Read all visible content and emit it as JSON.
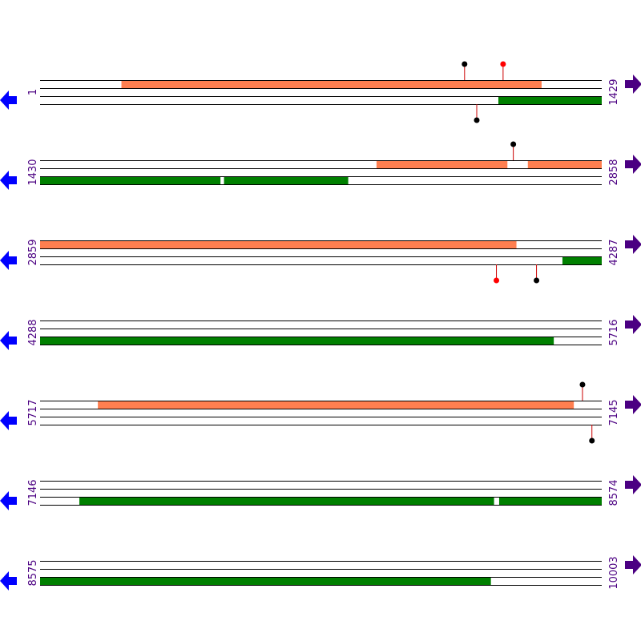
{
  "colors": {
    "forward_feature": "#ff7f50",
    "reverse_feature": "#008000",
    "track_line": "#000000",
    "stem": "#cc0000",
    "marker_black": "#000000",
    "marker_red": "#ff0000",
    "forward_arrow": "#4b0082",
    "reverse_arrow": "#0000ff",
    "label": "#4b0082"
  },
  "icons": {
    "forward": "right-arrow-icon",
    "reverse": "left-arrow-icon"
  },
  "rows": [
    {
      "start_label": "1",
      "end_label": "1429",
      "start": 1,
      "end": 1429,
      "forward_features": [
        [
          208,
          1276
        ]
      ],
      "reverse_features": [
        [
          1167,
          1429
        ]
      ],
      "markers": [
        {
          "pos": 1081,
          "strand": "forward",
          "color": "black"
        },
        {
          "pos": 1179,
          "strand": "forward",
          "color": "red"
        },
        {
          "pos": 1112,
          "strand": "reverse",
          "color": "black"
        }
      ]
    },
    {
      "start_label": "1430",
      "end_label": "2858",
      "start": 1430,
      "end": 2858,
      "forward_features": [
        [
          2286,
          2618
        ],
        [
          2671,
          2858
        ]
      ],
      "reverse_features": [
        [
          1430,
          1888
        ],
        [
          1898,
          2213
        ]
      ],
      "markers": [
        {
          "pos": 2634,
          "strand": "forward",
          "color": "black"
        }
      ]
    },
    {
      "start_label": "2859",
      "end_label": "4287",
      "start": 2859,
      "end": 4287,
      "forward_features": [
        [
          2859,
          4070
        ]
      ],
      "reverse_features": [
        [
          4188,
          4287
        ]
      ],
      "markers": [
        {
          "pos": 4020,
          "strand": "reverse",
          "color": "red"
        },
        {
          "pos": 4122,
          "strand": "reverse",
          "color": "black"
        }
      ]
    },
    {
      "start_label": "4288",
      "end_label": "5716",
      "start": 4288,
      "end": 5716,
      "forward_features": [],
      "reverse_features": [
        [
          4288,
          5594
        ]
      ],
      "markers": []
    },
    {
      "start_label": "5717",
      "end_label": "7145",
      "start": 5717,
      "end": 7145,
      "forward_features": [
        [
          5864,
          7074
        ]
      ],
      "reverse_features": [],
      "markers": [
        {
          "pos": 7097,
          "strand": "forward",
          "color": "black"
        },
        {
          "pos": 7121,
          "strand": "reverse",
          "color": "black"
        }
      ]
    },
    {
      "start_label": "7146",
      "end_label": "8574",
      "start": 7146,
      "end": 8574,
      "forward_features": [],
      "reverse_features": [
        [
          7246,
          8300
        ],
        [
          8314,
          8574
        ]
      ],
      "markers": []
    },
    {
      "start_label": "8575",
      "end_label": "10003",
      "start": 8575,
      "end": 10003,
      "forward_features": [],
      "reverse_features": [
        [
          8575,
          9721
        ]
      ],
      "markers": []
    }
  ]
}
